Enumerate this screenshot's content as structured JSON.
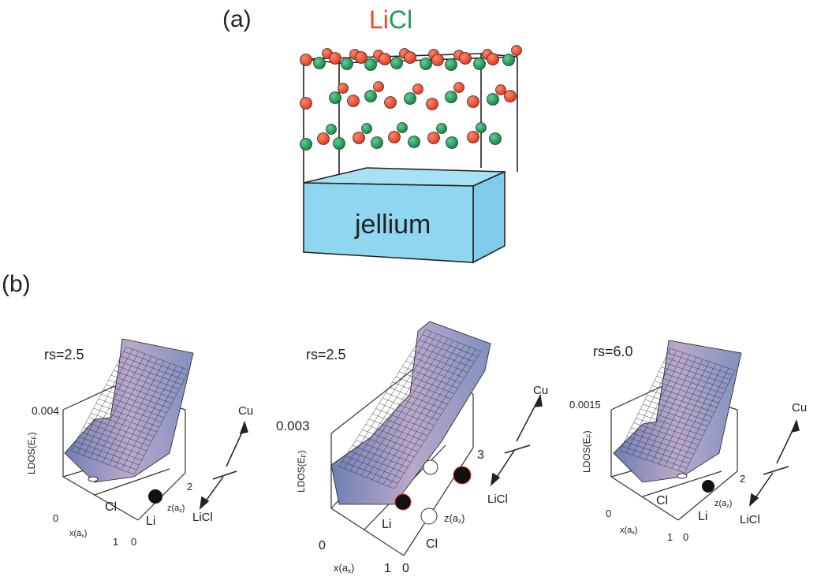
{
  "panel_a": {
    "label": "(a)",
    "title_li": "Li",
    "title_cl": "Cl",
    "substrate_label": "jellium",
    "colors": {
      "li": "#ef4a26",
      "cl": "#1aa05a",
      "jellium": "#8fd6f1"
    }
  },
  "panel_b": {
    "label": "(b)",
    "plots": [
      {
        "rs": "rs=2.5",
        "zmax": "0.004",
        "zlabel": "LDOS(E",
        "zsub": "F",
        "ztail": ")",
        "x0": "0",
        "x1": "1",
        "xlab": "x(a",
        "xsub": "x",
        "xtail": ")",
        "z0": "0",
        "z1": "2",
        "zAxLab": "z(a",
        "zAxSub": "z",
        "zAxTail": ")",
        "atom1": "Cl",
        "atom2": "Li",
        "arrow_up": "Cu",
        "arrow_down": "LiCl"
      },
      {
        "rs": "rs=2.5",
        "zmax": "0.003",
        "zlabel": "LDOS(E",
        "zsub": "F",
        "ztail": ")",
        "x0": "0",
        "x1": "1",
        "xlab": "x(a",
        "xsub": "x",
        "xtail": ")",
        "z0": "0",
        "z1": "3",
        "zAxLab": "z(a",
        "zAxSub": "z",
        "zAxTail": ")",
        "atom1": "Li",
        "atom2": "Cl",
        "arrow_up": "Cu",
        "arrow_down": "LiCl"
      },
      {
        "rs": "rs=6.0",
        "zmax": "0.0015",
        "zlabel": "LDOS(E",
        "zsub": "F",
        "ztail": ")",
        "x0": "0",
        "x1": "1",
        "xlab": "x(a",
        "xsub": "x",
        "xtail": ")",
        "z0": "0",
        "z1": "2",
        "zAxLab": "z(a",
        "zAxSub": "z",
        "zAxTail": ")",
        "atom1": "Cl",
        "atom2": "Li",
        "arrow_up": "Cu",
        "arrow_down": "LiCl"
      }
    ]
  }
}
